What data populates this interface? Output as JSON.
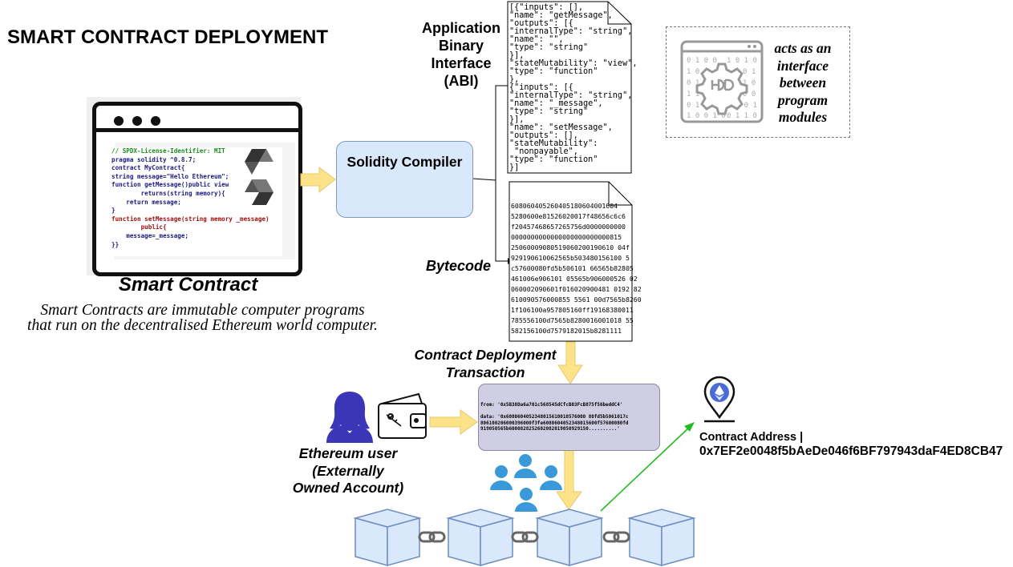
{
  "title": "SMART CONTRACT DEPLOYMENT",
  "smart_contract": {
    "label": "Smart Contract",
    "description_line1": "Smart Contracts are immutable computer programs",
    "description_line2": "that run on the decentralised Ethereum world computer.",
    "code_lines": [
      {
        "text": "// SPDX-License-Identifier: MIT",
        "color": "#1a8a1a"
      },
      {
        "text": "pragma solidity ^0.8.7;",
        "color": "#1a1a80"
      },
      {
        "text": "contract MyContract{",
        "color": "#1a1a80"
      },
      {
        "text": "string message=\"Hello Ethereum\";",
        "color": "#1a1a80"
      },
      {
        "text": "function getMessage()public view",
        "color": "#1a1a80"
      },
      {
        "text": "        returns(string memory){",
        "color": "#1a1a80"
      },
      {
        "text": "    return message;",
        "color": "#1a1a80"
      },
      {
        "text": "}",
        "color": "#1a1a80"
      },
      {
        "text": "function setMessage(string memory _message)",
        "color": "#a01010"
      },
      {
        "text": "        public{",
        "color": "#a01010"
      },
      {
        "text": "    message=_message;",
        "color": "#1a1a80"
      },
      {
        "text": "}}",
        "color": "#1a1a80"
      }
    ]
  },
  "compiler": {
    "label": "Solidity Compiler"
  },
  "abi": {
    "label_lines": [
      "Application",
      "Binary",
      "Interface",
      "(ABI)"
    ],
    "text": "[{\"inputs\": [],\n\"name\": \"getMessage\",\n\"outputs\": [{\n\"internalType\": \"string\",\n\"name\": \"\",\n\"type\": \"string\"\n}],\n\"stateMutability\": \"view\",\n\"type\": \"function\"\n},\n{\"inputs\": [{\n\"internalType\": \"string\",\n\"name\": \"_message\",\n\"type\": \"string\"\n}],\n\"name\": \"setMessage\",\n\"outputs\": [],\n\"stateMutability\":\n \"nonpayable\",\n\"type\": \"function\"\n}]"
  },
  "bytecode": {
    "label": "Bytecode",
    "text": "608060405260405180604001604\n5280600e81526020017f48656c6c6\nf20457468657265756d0000000000\n0000000000000000000000000815\n25060009080519060200190610 04f\n929190610062565b503480156100 5\nc57600080fd5b506101 66565b82805\n461006e906101 05565b906000526 02\n060002090601f016020900481 0192 82\n610090576000855 5561 00d7565b8260\n1f106100a957805160ff19168380011\n785556100d7565b8280016001018 55\n582156100d7579182015b8281111"
  },
  "deployment": {
    "label_line1": "Contract Deployment",
    "label_line2": "Transaction",
    "tx_text": "from: '0x5B38Da6a701c568545dCfcB03FcB875f56beddC4'\n\ndata: '0x6080604052348015610010576000 80fd5b5061017c\n806100206000396000f3fe6080604052348015600f57600080fd\n919050565b6000828252602082019050929150..........'"
  },
  "user": {
    "label_lines": [
      "Ethereum user",
      "(Externally",
      "Owned Account)"
    ]
  },
  "contract_address": {
    "label": "Contract Address |",
    "value": "0x7EF2e0048f5bAeDe046f6BF797943daF4ED8CB47"
  },
  "interface_note": {
    "lines": [
      "acts as an",
      "interface",
      "between",
      "program",
      "modules"
    ]
  },
  "colors": {
    "compiler_fill": "#dae8fc",
    "tx_fill": "#d0cee2",
    "block_fill": "#dae8fc",
    "block_stroke": "#6c8ebf",
    "arrow_fill": "#fce38a",
    "user_color": "#3b35b8",
    "peer_color": "#3a9ad9",
    "address_arrow": "#22bb22"
  }
}
